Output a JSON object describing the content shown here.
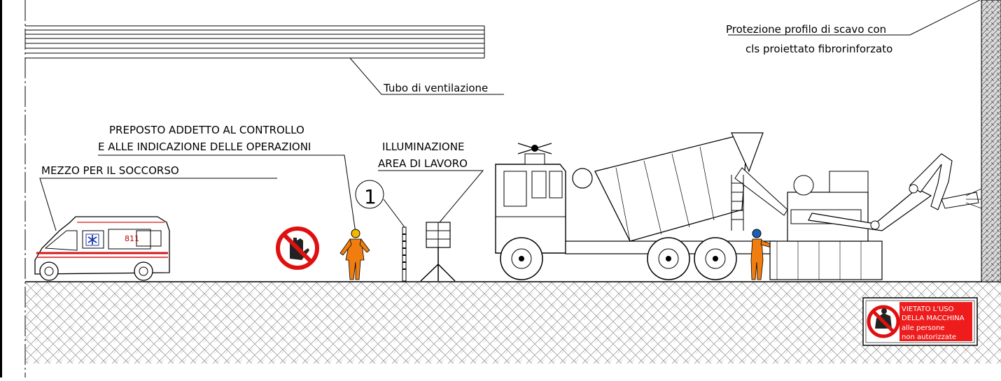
{
  "labels": {
    "ventilation_tube": "Tubo di ventilazione",
    "shotcrete_line1": "Protezione profilo di scavo con",
    "shotcrete_line2": "cls proiettato fibrorinforzato",
    "supervisor_line1": "PREPOSTO ADDETTO AL CONTROLLO",
    "supervisor_line2": "E ALLE INDICAZIONE DELLE OPERAZIONI",
    "lighting_line1": "ILLUMINAZIONE",
    "lighting_line2": "AREA DI LAVORO",
    "rescue_vehicle": "MEZZO PER IL SOCCORSO",
    "marker_number": "1"
  },
  "ambulance": {
    "phone_number": "811"
  },
  "warning_sign": {
    "line1": "VIETATO L'USO",
    "line2": "DELLA MACCHINA",
    "line3": "alle persone",
    "line4": "non autorizzate",
    "background_color": "#ee1c1c"
  },
  "colors": {
    "stroke": "#000000",
    "worker": "#f07d10",
    "hardhat": "#f5b800",
    "ambulance_stripe": "#d21919",
    "prohibition": "#e01010"
  }
}
